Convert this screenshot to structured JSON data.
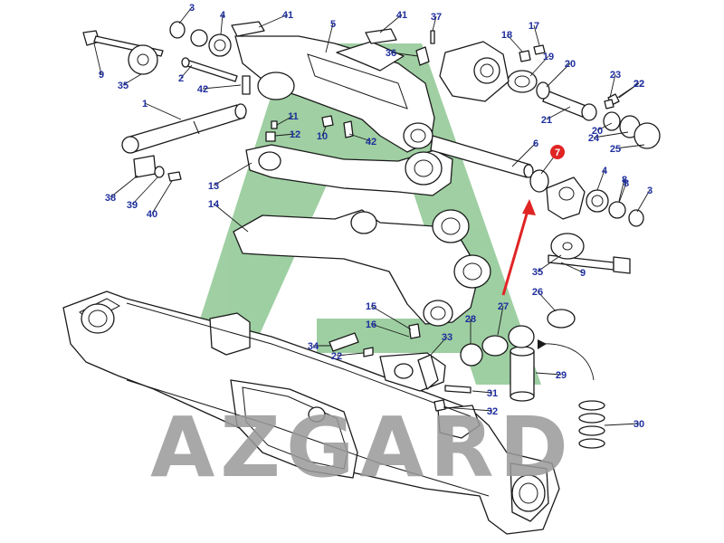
{
  "diagram": {
    "watermark": "AZGARD",
    "colors": {
      "callout_text": "#1f2f9e",
      "watermark_green": "#8ec792",
      "watermark_grey": "#9a9a9a",
      "highlight_red": "#e02424",
      "line": "#1a1a1a"
    },
    "highlighted_part": "7",
    "callouts": [
      "1",
      "2",
      "3",
      "4",
      "5",
      "6",
      "7",
      "8",
      "9",
      "10",
      "11",
      "12",
      "13",
      "14",
      "15",
      "16",
      "17",
      "18",
      "19",
      "20",
      "21",
      "22",
      "23",
      "24",
      "25",
      "26",
      "27",
      "28",
      "29",
      "30",
      "31",
      "32",
      "33",
      "34",
      "35",
      "36",
      "37",
      "38",
      "39",
      "40",
      "41",
      "42"
    ]
  }
}
